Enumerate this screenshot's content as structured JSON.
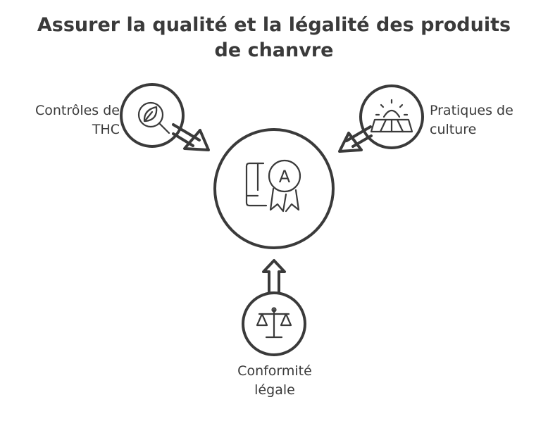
{
  "title": {
    "line1": "Assurer la qualité et la légalité des produits",
    "line2": "de chanvre"
  },
  "center": {
    "icon": "quality-certificate-icon",
    "badge_letter": "A"
  },
  "nodes": {
    "left": {
      "label_line1": "Contrôles de",
      "label_line2": "THC",
      "icon": "leaf-magnifier-icon"
    },
    "right": {
      "label_line1": "Pratiques de",
      "label_line2": "culture",
      "icon": "sunrise-field-icon"
    },
    "bottom": {
      "label_line1": "Conformité",
      "label_line2": "légale",
      "icon": "scales-icon"
    }
  },
  "colors": {
    "stroke": "#3a3a3a",
    "background": "#ffffff"
  }
}
